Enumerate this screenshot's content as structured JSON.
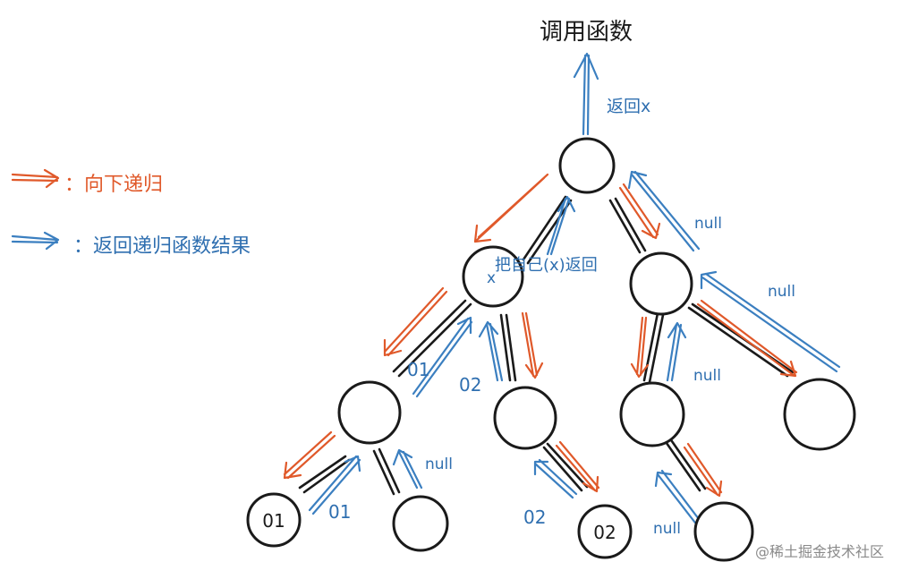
{
  "title": "调用函数",
  "legend": {
    "down": {
      "label": "：向下递归",
      "color": "#e0592a"
    },
    "up": {
      "label": "：返回递归函数结果",
      "color": "#3b7fc0"
    }
  },
  "annotations": {
    "return_x": "返回x",
    "self_return": "把自己(x)返回",
    "node_x": "x",
    "null": "null",
    "o1": "01",
    "o2": "02"
  },
  "nodes": [
    {
      "id": "root",
      "label": ""
    },
    {
      "id": "x",
      "label": "x"
    },
    {
      "id": "right",
      "label": ""
    },
    {
      "id": "ll",
      "label": ""
    },
    {
      "id": "lr",
      "label": ""
    },
    {
      "id": "rl",
      "label": ""
    },
    {
      "id": "rr",
      "label": ""
    },
    {
      "id": "leaf-o1",
      "label": "01"
    },
    {
      "id": "leaf-empty",
      "label": ""
    },
    {
      "id": "leaf-o2",
      "label": "02"
    },
    {
      "id": "leaf-rl",
      "label": ""
    }
  ],
  "watermark": "@稀土掘金技术社区",
  "colors": {
    "down": "#e0592a",
    "up": "#3b7fc0",
    "node": "#1a1a1a"
  }
}
